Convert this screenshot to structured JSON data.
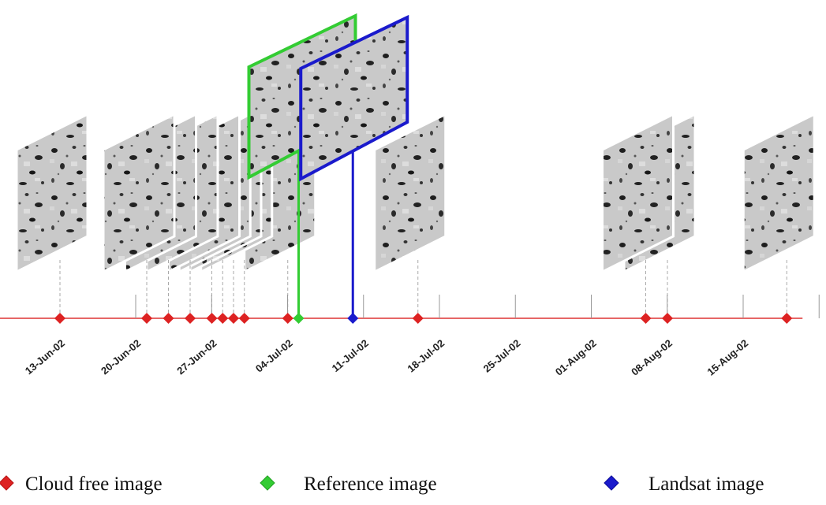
{
  "colors": {
    "cloud_free": "#dd2222",
    "reference": "#33cc33",
    "landsat": "#1a1acc",
    "timeline": "#dd3333",
    "tick": "#999999",
    "dashed": "#aaaaaa"
  },
  "timeline": {
    "start_date": "2002-06-13",
    "end_date": "2002-08-19",
    "tick_labels": [
      "13-Jun-02",
      "20-Jun-02",
      "27-Jun-02",
      "04-Jul-02",
      "11-Jul-02",
      "18-Jul-02",
      "25-Jul-02",
      "01-Aug-02",
      "08-Aug-02",
      "15-Aug-02"
    ]
  },
  "acquisitions": {
    "cloud_free": [
      "2002-06-13",
      "2002-06-21",
      "2002-06-23",
      "2002-06-25",
      "2002-06-27",
      "2002-06-28",
      "2002-06-29",
      "2002-06-30",
      "2002-07-04",
      "2002-07-16",
      "2002-08-06",
      "2002-08-08",
      "2002-08-19"
    ],
    "reference": [
      "2002-07-05"
    ],
    "landsat": [
      "2002-07-10"
    ]
  },
  "legend": {
    "cloud_free_label": "Cloud free image",
    "reference_label": "Reference image",
    "landsat_label": "Landsat image"
  }
}
